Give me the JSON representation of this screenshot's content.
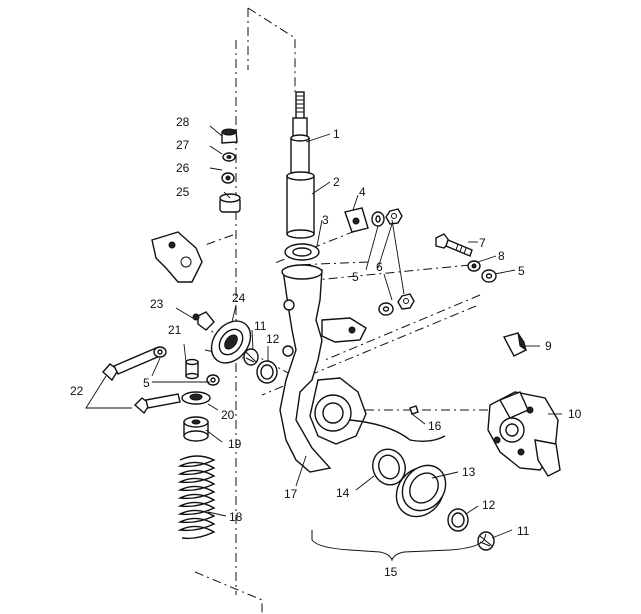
{
  "callouts": {
    "c1": "1",
    "c2": "2",
    "c3": "3",
    "c4": "4",
    "c5a": "5",
    "c5b": "5",
    "c5c": "5",
    "c5d": "5",
    "c6": "6",
    "c7": "7",
    "c8": "8",
    "c9": "9",
    "c10": "10",
    "c11a": "11",
    "c11b": "11",
    "c12a": "12",
    "c12b": "12",
    "c13": "13",
    "c14": "14",
    "c15": "15",
    "c16": "16",
    "c17": "17",
    "c18": "18",
    "c19": "19",
    "c20": "20",
    "c21": "21",
    "c22": "22",
    "c23": "23",
    "c24": "24",
    "c25": "25",
    "c26": "26",
    "c27": "27",
    "c28": "28"
  }
}
